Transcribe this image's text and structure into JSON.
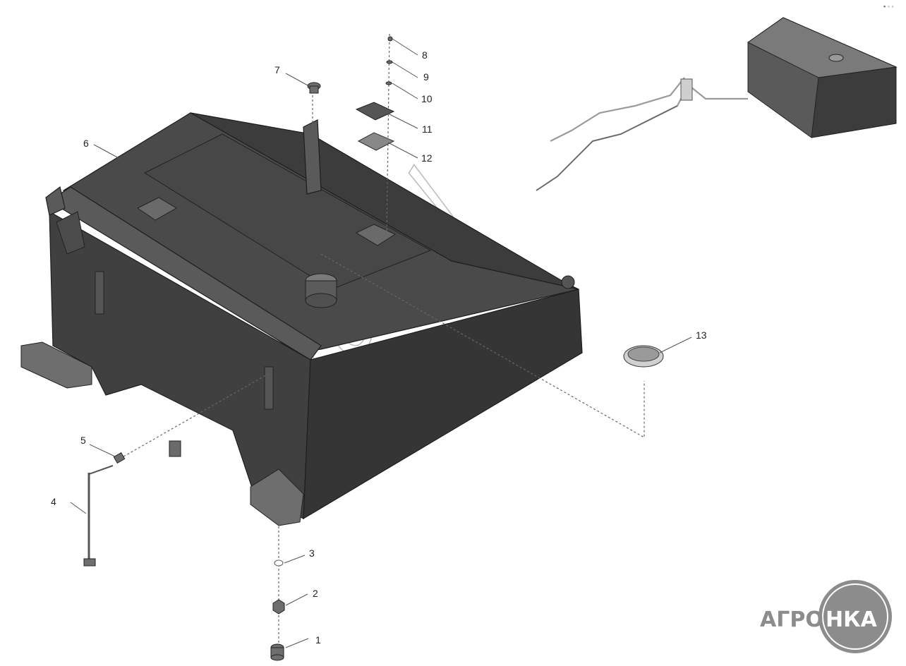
{
  "callouts": [
    "1",
    "2",
    "3",
    "4",
    "5",
    "6",
    "7",
    "8",
    "9",
    "10",
    "11",
    "12",
    "13"
  ],
  "watermark": "nka.by",
  "logo": {
    "left": "АГРО",
    "right": "НКА",
    "color": "#8c8c8c"
  },
  "corner_mark": "▪ ◦ ◦",
  "colors": {
    "tank": "#3c3c3c",
    "part": "#6e6e6e",
    "leader": "#555555"
  }
}
